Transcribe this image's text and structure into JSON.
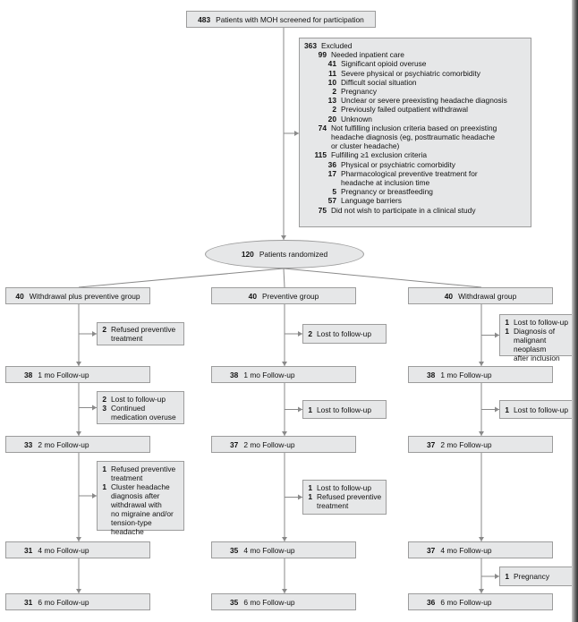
{
  "screening": {
    "count": "483",
    "label": "Patients with MOH screened for participation"
  },
  "excluded": [
    {
      "n": "363",
      "text": "Excluded",
      "level": 0
    },
    {
      "n": "99",
      "text": "Needed inpatient care",
      "level": 1
    },
    {
      "n": "41",
      "text": "Significant opioid overuse",
      "level": 2
    },
    {
      "n": "11",
      "text": "Severe physical or psychiatric comorbidity",
      "level": 2
    },
    {
      "n": "10",
      "text": "Difficult social situation",
      "level": 2
    },
    {
      "n": "2",
      "text": "Pregnancy",
      "level": 2
    },
    {
      "n": "13",
      "text": "Unclear or severe preexisting headache diagnosis",
      "level": 2
    },
    {
      "n": "2",
      "text": "Previously failed outpatient withdrawal",
      "level": 2
    },
    {
      "n": "20",
      "text": "Unknown",
      "level": 2
    },
    {
      "n": "74",
      "text": "Not fulfilling inclusion criteria based on preexisting\nheadache diagnosis (eg, posttraumatic headache\nor cluster headache)",
      "level": 1
    },
    {
      "n": "115",
      "text": "Fulfilling ≥1 exclusion criteria",
      "level": 1
    },
    {
      "n": "36",
      "text": "Physical or psychiatric comorbidity",
      "level": 2
    },
    {
      "n": "17",
      "text": "Pharmacological preventive treatment for\nheadache at inclusion time",
      "level": 2
    },
    {
      "n": "5",
      "text": "Pregnancy or breastfeeding",
      "level": 2
    },
    {
      "n": "57",
      "text": "Language barriers",
      "level": 2
    },
    {
      "n": "75",
      "text": "Did not wish to participate in a clinical study",
      "level": 1
    }
  ],
  "randomized": {
    "count": "120",
    "label": "Patients randomized"
  },
  "groups": [
    {
      "id": "withdrawal-plus-preventive",
      "n": "40",
      "label": "Withdrawal plus preventive group",
      "losses": [
        [
          {
            "n": "2",
            "text": "Refused preventive\ntreatment"
          }
        ],
        [
          {
            "n": "2",
            "text": "Lost to follow-up"
          },
          {
            "n": "3",
            "text": "Continued\nmedication overuse"
          }
        ],
        [
          {
            "n": "1",
            "text": "Refused preventive\ntreatment"
          },
          {
            "n": "1",
            "text": "Cluster headache\ndiagnosis after\nwithdrawal with\nno migraine and/or\ntension-type headache"
          }
        ],
        []
      ],
      "followups": [
        {
          "n": "38",
          "label": "1 mo Follow-up"
        },
        {
          "n": "33",
          "label": "2 mo Follow-up"
        },
        {
          "n": "31",
          "label": "4 mo Follow-up"
        },
        {
          "n": "31",
          "label": "6 mo Follow-up"
        }
      ]
    },
    {
      "id": "preventive",
      "n": "40",
      "label": "Preventive group",
      "losses": [
        [
          {
            "n": "2",
            "text": "Lost to follow-up"
          }
        ],
        [
          {
            "n": "1",
            "text": "Lost to follow-up"
          }
        ],
        [
          {
            "n": "1",
            "text": "Lost to follow-up"
          },
          {
            "n": "1",
            "text": "Refused preventive\ntreatment"
          }
        ],
        []
      ],
      "followups": [
        {
          "n": "38",
          "label": "1 mo Follow-up"
        },
        {
          "n": "37",
          "label": "2 mo Follow-up"
        },
        {
          "n": "35",
          "label": "4 mo Follow-up"
        },
        {
          "n": "35",
          "label": "6 mo Follow-up"
        }
      ]
    },
    {
      "id": "withdrawal",
      "n": "40",
      "label": "Withdrawal group",
      "losses": [
        [
          {
            "n": "1",
            "text": "Lost to follow-up"
          },
          {
            "n": "1",
            "text": "Diagnosis of\nmalignant neoplasm\nafter inclusion"
          }
        ],
        [
          {
            "n": "1",
            "text": "Lost to follow-up"
          }
        ],
        [],
        [
          {
            "n": "1",
            "text": "Pregnancy"
          }
        ]
      ],
      "followups": [
        {
          "n": "38",
          "label": "1 mo Follow-up"
        },
        {
          "n": "37",
          "label": "2 mo Follow-up"
        },
        {
          "n": "37",
          "label": "4 mo Follow-up"
        },
        {
          "n": "36",
          "label": "6 mo Follow-up"
        }
      ]
    }
  ]
}
